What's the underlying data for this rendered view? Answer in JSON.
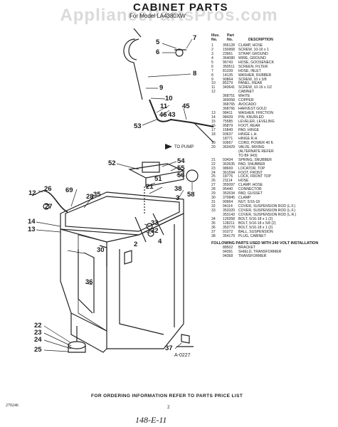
{
  "header": {
    "title": "CABINET PARTS",
    "subtitle": "For Model LA4380XW",
    "watermark": "AppliancePartsPros.com"
  },
  "parts_list": {
    "col_illus": "Illus.",
    "col_no_left": "No.",
    "col_part": "Part",
    "col_no_right": "No.",
    "col_desc": "DESCRIPTION",
    "rows": [
      {
        "illus": "1",
        "part": "356128",
        "desc": "CLAMP, HOSE"
      },
      {
        "illus": "2",
        "part": "150968",
        "desc": "SCREW, 10-16 x 1"
      },
      {
        "illus": "3",
        "part": "23961",
        "desc": "STRAP, GROUND"
      },
      {
        "illus": "4",
        "part": "364080",
        "desc": "WIRE, GROUND"
      },
      {
        "illus": "5",
        "part": "96743",
        "desc": "HOSE, GOOSENECK"
      },
      {
        "illus": "6",
        "part": "350511",
        "desc": "SCREEN, FILTER"
      },
      {
        "illus": "7",
        "part": "81339",
        "desc": "HOSE, INLET"
      },
      {
        "illus": "8",
        "part": "14135",
        "desc": "WASHER, RUBBER"
      },
      {
        "illus": "9",
        "part": "90864",
        "desc": "SCREW, 10 x 3/8"
      },
      {
        "illus": "10",
        "part": "85279",
        "desc": "PANEL, REAR"
      },
      {
        "illus": "11",
        "part": "343641",
        "desc": "SCREW, 10-16 x 1/2"
      },
      {
        "illus": "12",
        "part": "",
        "desc": "CABINET"
      },
      {
        "illus": "",
        "part": "368751",
        "desc": "WHITE"
      },
      {
        "illus": "",
        "part": "369058",
        "desc": "COPPER"
      },
      {
        "illus": "",
        "part": "368765",
        "desc": "AVOCADO"
      },
      {
        "illus": "",
        "part": "368766",
        "desc": "HARVEST GOLD"
      },
      {
        "illus": "13",
        "part": "98411",
        "desc": "WASHER, FRICTION"
      },
      {
        "illus": "14",
        "part": "98439",
        "desc": "PIN, KNURLED"
      },
      {
        "illus": "15",
        "part": "75585",
        "desc": "LEVELER, LEVELING"
      },
      {
        "illus": "16",
        "part": "95879",
        "desc": "FOOT, REAR"
      },
      {
        "illus": "17",
        "part": "15849",
        "desc": "PAD, HINGE"
      },
      {
        "illus": "18",
        "part": "93637",
        "desc": "HINGE L.H."
      },
      {
        "illus": "",
        "part": "18771",
        "desc": "HINGE R.H."
      },
      {
        "illus": "19",
        "part": "93667",
        "desc": "CORD, POWER 40 ft."
      },
      {
        "illus": "20",
        "part": "363429",
        "desc": "VALVE, MIXING"
      },
      {
        "illus": "",
        "part": "",
        "desc": "(ALTERNATE REFER"
      },
      {
        "illus": "",
        "part": "",
        "desc": "TO BF 943)"
      },
      {
        "illus": "21",
        "part": "93434",
        "desc": "SPRING, SNUBBER"
      },
      {
        "illus": "22",
        "part": "363635",
        "desc": "PAD, SNUBBER"
      },
      {
        "illus": "23",
        "part": "98669",
        "desc": "LOCATOR, TOP"
      },
      {
        "illus": "24",
        "part": "361594",
        "desc": "FOOT, FRONT"
      },
      {
        "illus": "25",
        "part": "18776",
        "desc": "LOCK, FRONT TOP"
      },
      {
        "illus": "26",
        "part": "21114",
        "desc": "HOSE"
      },
      {
        "illus": "27",
        "part": "355097",
        "desc": "CLAMP, HOSE"
      },
      {
        "illus": "28",
        "part": "95440",
        "desc": "CONNECTOR"
      },
      {
        "illus": "29",
        "part": "352634",
        "desc": "PAD, GUSSET"
      },
      {
        "illus": "30",
        "part": "370845",
        "desc": "CLAMP"
      },
      {
        "illus": "31",
        "part": "90964",
        "desc": "NUT, 5/16-18"
      },
      {
        "illus": "32",
        "part": "94114",
        "desc": "COVER, SUSPENSION ROD (L.F.)"
      },
      {
        "illus": "33",
        "part": "353320",
        "desc": "COVER, SUSPENSION ROD (L.F.)"
      },
      {
        "illus": "",
        "part": "353143",
        "desc": "COVER, SUSPENSION ROD (L.R.)"
      },
      {
        "illus": "34",
        "part": "129358",
        "desc": "BOLT, 5/16-18 x 1 (2)"
      },
      {
        "illus": "35",
        "part": "128211",
        "desc": "BOLT, 5/16-18 x 5/8 (2)"
      },
      {
        "illus": "36",
        "part": "353770",
        "desc": "BOLT, 5/16-18 x 1 (2)"
      },
      {
        "illus": "37",
        "part": "91072",
        "desc": "BALL, SUSPENSION"
      },
      {
        "illus": "38",
        "part": "354179",
        "desc": "PLUG, CABINET"
      }
    ],
    "note": "FOLLOWING PARTS USED WITH 240 VOLT INSTALLATION",
    "extra_rows": [
      {
        "illus": "",
        "part": "88502",
        "desc": "BRACKET"
      },
      {
        "illus": "",
        "part": "94391",
        "desc": "SHIELD, TRANSFORMER"
      },
      {
        "illus": "",
        "part": "94368",
        "desc": "TRANSFORMER"
      }
    ]
  },
  "callouts": [
    "5",
    "6",
    "7",
    "8",
    "9",
    "10",
    "11",
    "46",
    "43",
    "45",
    "53",
    "52",
    "54",
    "55",
    "56",
    "51",
    "58",
    "12",
    "26",
    "69",
    "27",
    "28",
    "35",
    "21",
    "38",
    "3",
    "33",
    "32",
    "14",
    "13",
    "30",
    "36",
    "22",
    "23",
    "24",
    "25",
    "37",
    "2",
    "4"
  ],
  "diagram_labels": {
    "pump": "TO PUMP",
    "drawing_id": "A-0227"
  },
  "footer": {
    "ordering": "FOR ORDERING INFORMATION REFER TO PARTS PRICE LIST",
    "page": "2",
    "doc_code": "270246",
    "handwritten": "148-E-11"
  }
}
